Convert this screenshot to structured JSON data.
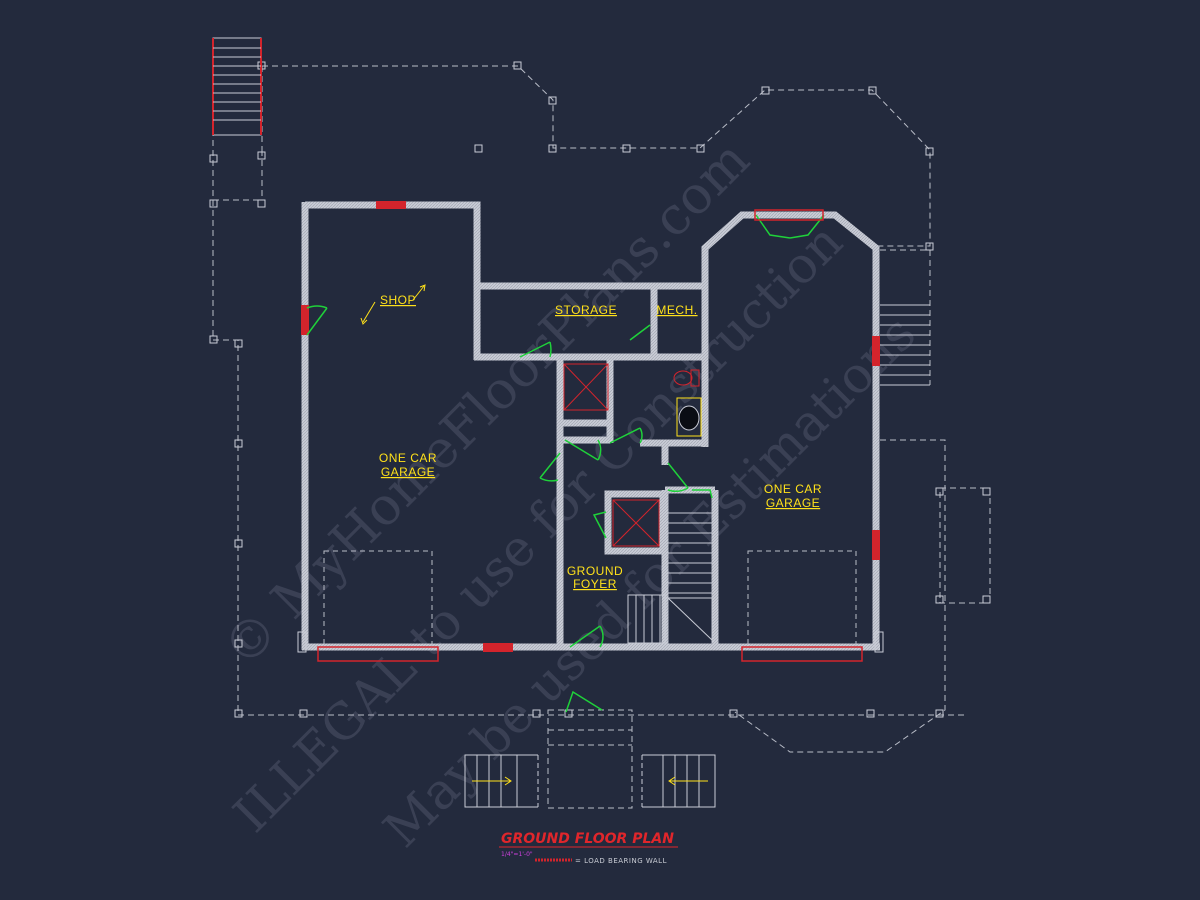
{
  "rooms": {
    "shop": "SHOP",
    "storage": "STORAGE",
    "mech": "MECH.",
    "garage_left_line1": "ONE CAR",
    "garage_left_line2": "GARAGE",
    "garage_right_line1": "ONE CAR",
    "garage_right_line2": "GARAGE",
    "foyer_line1": "GROUND",
    "foyer_line2": "FOYER"
  },
  "title_block": {
    "title": "GROUND FLOOR PLAN",
    "scale": "1/4\"=1'-0\"",
    "legend": "= LOAD BEARING WALL"
  },
  "watermark": {
    "line1": "© MyHomeFloorPlans.com",
    "line2": "ILLEGAL to use for Construction",
    "line3": "May be used for Estimations"
  },
  "colors": {
    "background": "#232a3d",
    "wall": "#c9ccd6",
    "door_swing": "#1fd13a",
    "window": "#d3242c",
    "label": "#ffe11a",
    "dashed": "#b9bdc8"
  }
}
